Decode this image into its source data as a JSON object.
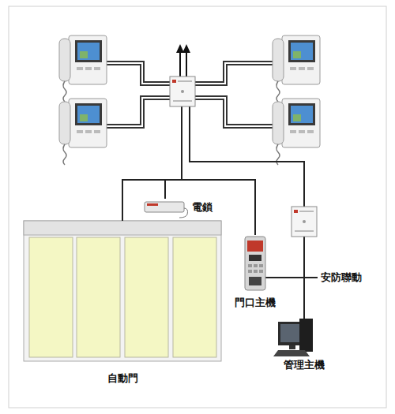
{
  "diagram": {
    "nodes": [
      {
        "text": [
          "電鎖"
        ]
      },
      {
        "text": [
          "門口主機"
        ]
      },
      {
        "text": [
          "管理主機"
        ]
      },
      {
        "text": [
          "自動門"
        ]
      }
    ],
    "edges": [
      {
        "from": 0,
        "to": 3,
        "arrow": "none"
      },
      {
        "from": 0,
        "to": 1,
        "arrow": "none"
      }
    ],
    "labels": [
      "安防聯動"
    ]
  }
}
